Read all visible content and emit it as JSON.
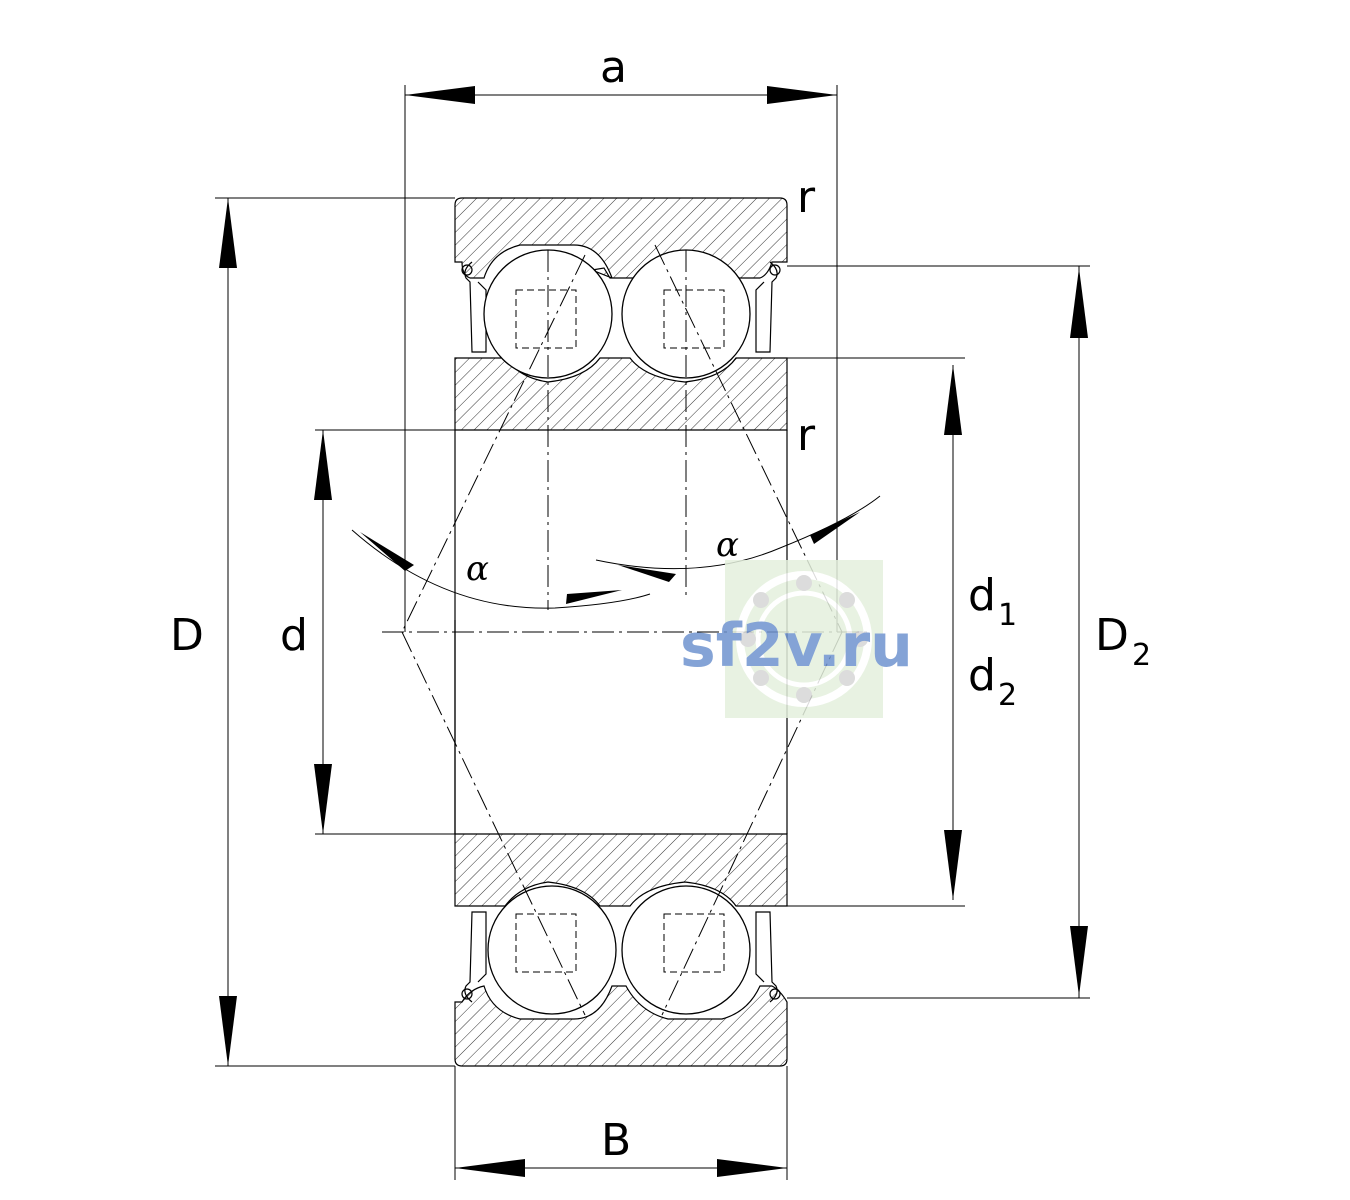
{
  "labels": {
    "a": "a",
    "r_top": "r",
    "r_mid": "r",
    "D": "D",
    "d": "d",
    "d1": "d",
    "d1_sub": "1",
    "d2": "d",
    "d2_sub": "2",
    "D2": "D",
    "D2_sub": "2",
    "B": "B",
    "alpha_left": "α",
    "alpha_right": "α"
  },
  "watermark": {
    "text": "sf2v.ru",
    "text_color": "#6f93cf",
    "background_color": "#e4f0dd",
    "icon": "bearing-icon"
  },
  "colors": {
    "line": "#000000",
    "background": "#ffffff"
  }
}
